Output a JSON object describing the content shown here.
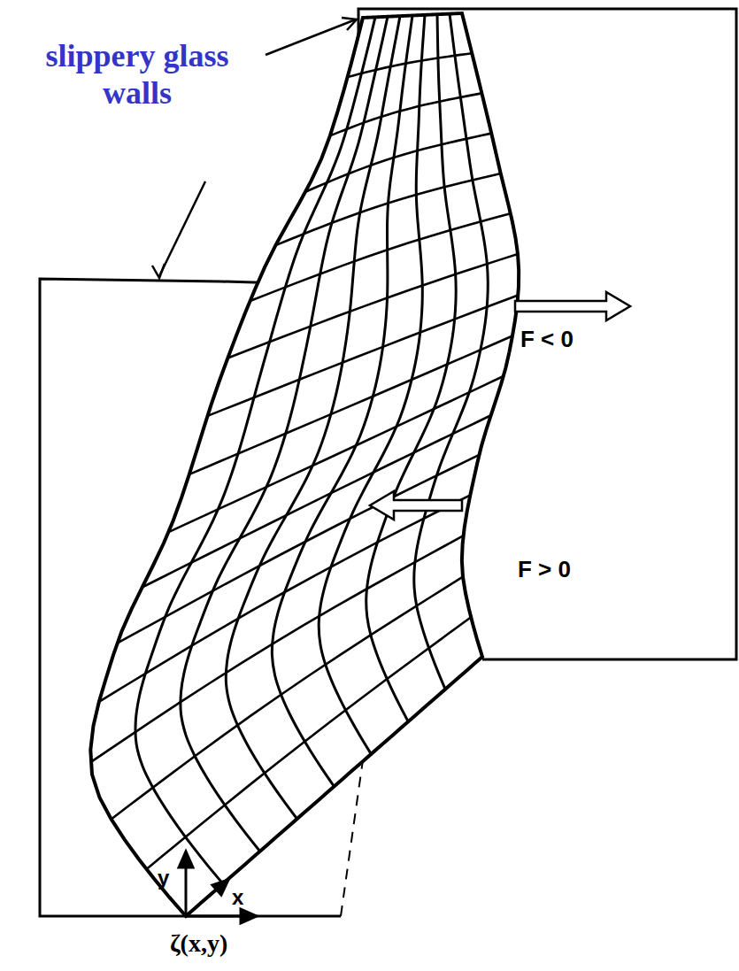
{
  "diagram": {
    "labels": [
      "slippery glass walls",
      "F < 0",
      "F > 0",
      "y",
      "x",
      "ζ(x,y)"
    ]
  }
}
